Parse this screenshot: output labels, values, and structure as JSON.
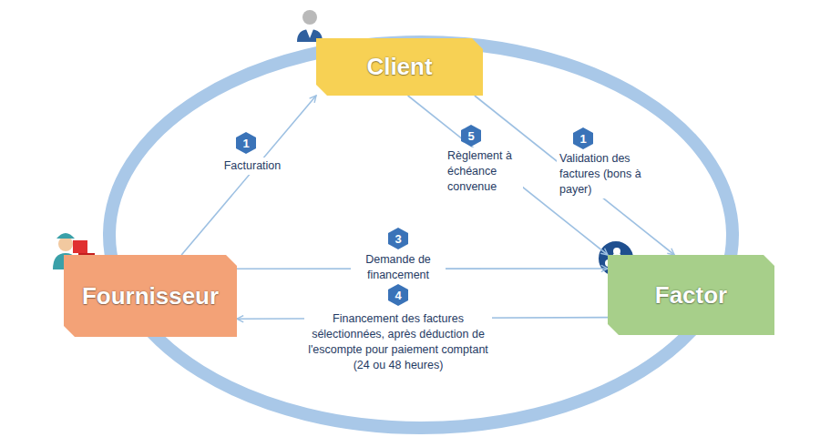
{
  "diagram": {
    "nodes": [
      {
        "text": [
          "Client"
        ]
      },
      {
        "text": [
          "Fournisseur"
        ]
      },
      {
        "text": [
          "Factor"
        ]
      }
    ],
    "edges": [
      {
        "from": 1,
        "to": 0,
        "arrow": "to",
        "label": "Facturation"
      },
      {
        "from": 0,
        "to": 2,
        "arrow": "to",
        "label": "Règlement à échéance convenue"
      },
      {
        "from": 0,
        "to": 2,
        "arrow": "to",
        "label": "Validation des factures (bons à payer)"
      },
      {
        "from": 1,
        "to": 2,
        "arrow": "to",
        "label": "Demande de financement"
      },
      {
        "from": 2,
        "to": 1,
        "arrow": "to",
        "label": "Financement des factures sélectionnées, après déduction de l'escompte pour paiement comptant (24 ou 48 heures)"
      }
    ],
    "labels": [
      "1",
      "5",
      "1",
      "3",
      "4"
    ]
  }
}
